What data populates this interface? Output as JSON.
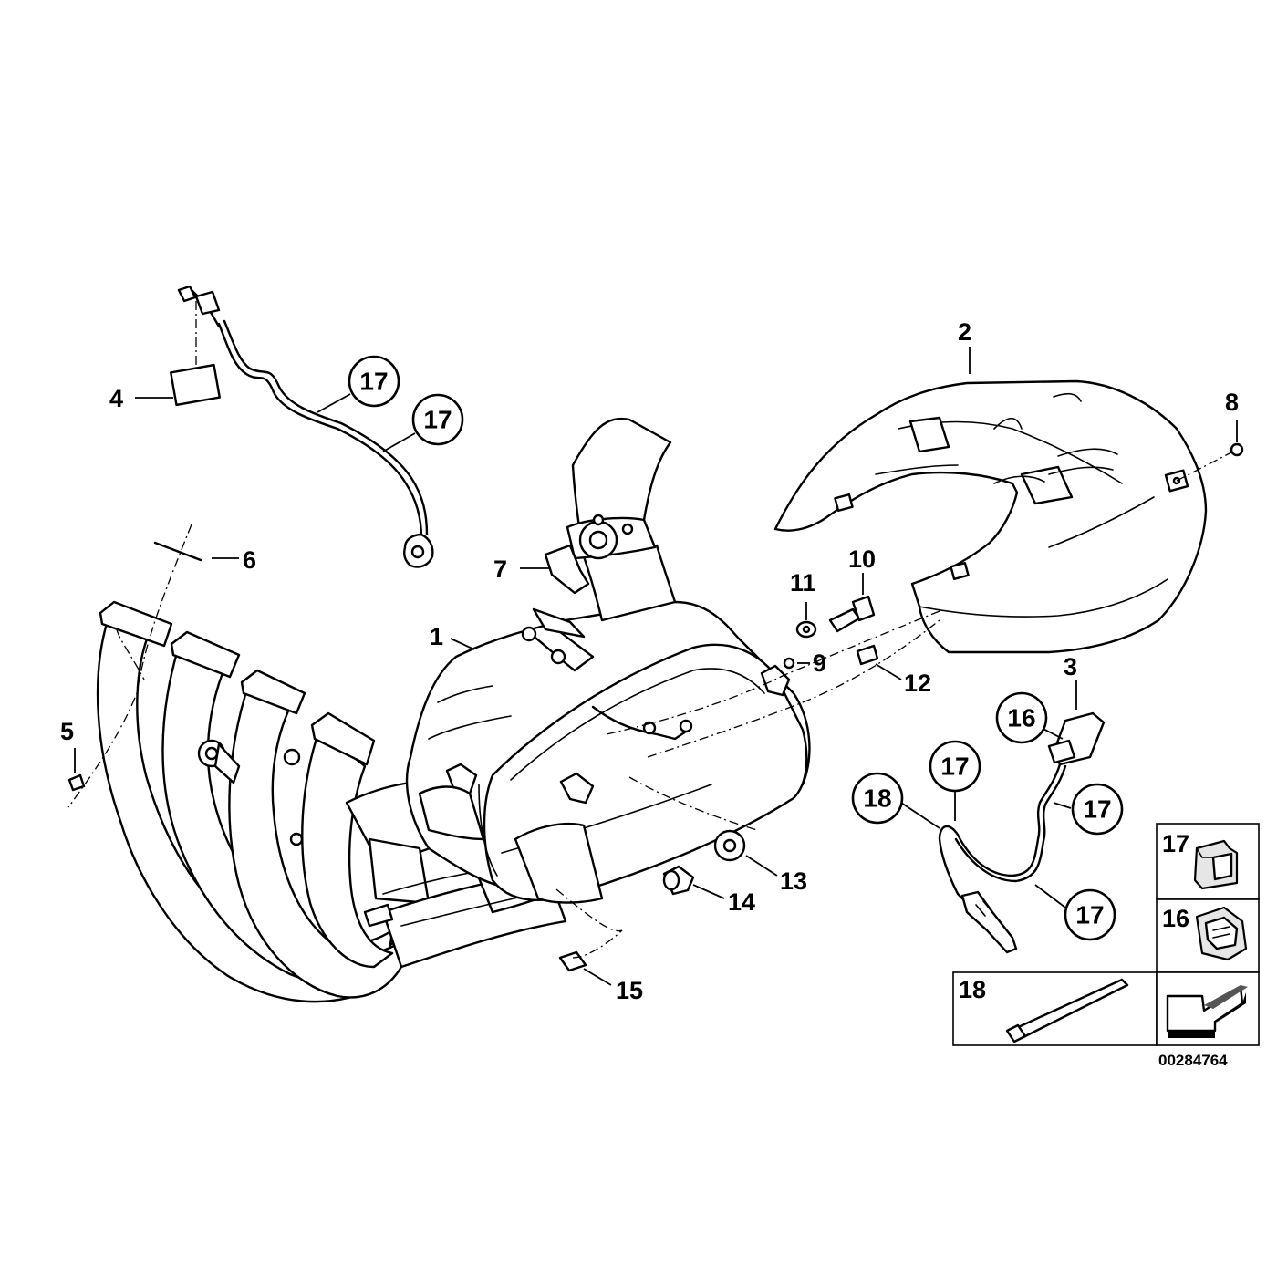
{
  "labels": {
    "p1": "1",
    "p2": "2",
    "p3": "3",
    "p4": "4",
    "p5": "5",
    "p6": "6",
    "p7": "7",
    "p8": "8",
    "p9": "9",
    "p10": "10",
    "p11": "11",
    "p12": "12",
    "p13": "13",
    "p14": "14",
    "p15": "15"
  },
  "callouts": {
    "c17a": "17",
    "c17b": "17",
    "c16": "16",
    "c17c": "17",
    "c17d": "17",
    "c18": "18",
    "c17e": "17"
  },
  "legend": {
    "box17": "17",
    "box16": "16",
    "box18": "18"
  },
  "document_id": "00284764"
}
